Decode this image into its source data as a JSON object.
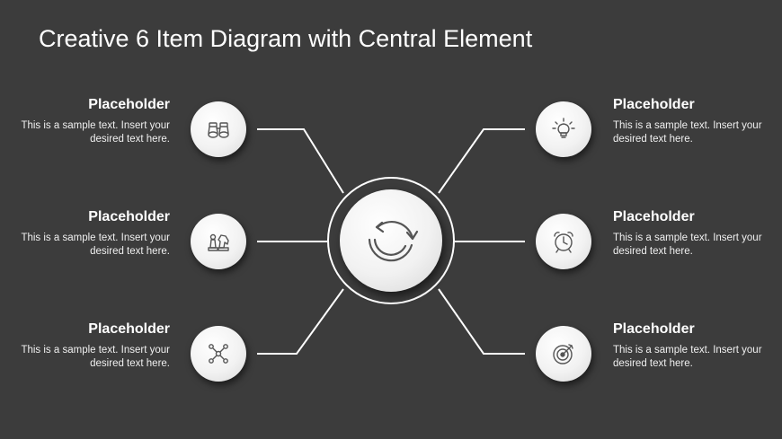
{
  "title": "Creative 6 Item Diagram with Central Element",
  "center": {
    "icon": "cycle-arrows-icon"
  },
  "items": [
    {
      "side": "left",
      "title": "Placeholder",
      "body": "This is a sample text. Insert your desired text here.",
      "icon": "binoculars-icon"
    },
    {
      "side": "left",
      "title": "Placeholder",
      "body": "This is a sample text. Insert your desired text here.",
      "icon": "chess-pieces-icon"
    },
    {
      "side": "left",
      "title": "Placeholder",
      "body": "This is a sample text. Insert your desired text here.",
      "icon": "network-nodes-icon"
    },
    {
      "side": "right",
      "title": "Placeholder",
      "body": "This is a sample text. Insert your desired text here.",
      "icon": "light-bulb-icon"
    },
    {
      "side": "right",
      "title": "Placeholder",
      "body": "This is a sample text. Insert your desired text here.",
      "icon": "alarm-clock-icon"
    },
    {
      "side": "right",
      "title": "Placeholder",
      "body": "This is a sample text. Insert your desired text here.",
      "icon": "target-icon"
    }
  ],
  "colors": {
    "background": "#3c3c3c",
    "line": "#ffffff",
    "node": "#f2f2f2",
    "icon": "#555555",
    "text": "#ffffff"
  }
}
